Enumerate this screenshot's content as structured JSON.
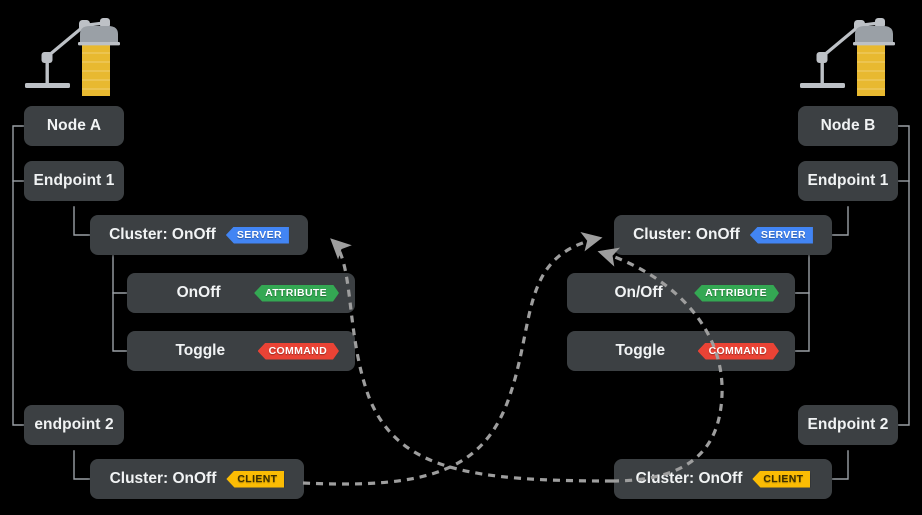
{
  "theme": {
    "background": "#000000",
    "box_fill": "#3c4043",
    "box_text": "#f1f3f4",
    "connector": "#9aa0a6",
    "arrow": "#9e9e9e",
    "badge_server": "#4285f4",
    "badge_client": "#fbbc04",
    "badge_attribute": "#34a853",
    "badge_command": "#ea4335",
    "lamp_metal": "#bdc1c6",
    "lamp_light": "#fcc934"
  },
  "left": {
    "lamp_icon": "desk-lamp-icon",
    "node": {
      "label": "Node A"
    },
    "endpoint1": {
      "label": "Endpoint 1"
    },
    "endpoint1_cluster": {
      "label": "Cluster: OnOff",
      "badge": "SERVER"
    },
    "attribute": {
      "label": "OnOff",
      "badge": "ATTRIBUTE"
    },
    "command": {
      "label": "Toggle",
      "badge": "COMMAND"
    },
    "endpoint2": {
      "label": "endpoint 2"
    },
    "endpoint2_cluster": {
      "label": "Cluster: OnOff",
      "badge": "CLIENT"
    }
  },
  "right": {
    "lamp_icon": "desk-lamp-icon",
    "node": {
      "label": "Node B"
    },
    "endpoint1": {
      "label": "Endpoint 1"
    },
    "endpoint1_cluster": {
      "label": "Cluster: OnOff",
      "badge": "SERVER"
    },
    "attribute": {
      "label": "On/Off",
      "badge": "ATTRIBUTE"
    },
    "command": {
      "label": "Toggle",
      "badge": "COMMAND"
    },
    "endpoint2": {
      "label": "Endpoint 2"
    },
    "endpoint2_cluster": {
      "label": "Cluster: OnOff",
      "badge": "CLIENT"
    }
  },
  "links": [
    {
      "name": "right-client-to-left-server",
      "from": "right.endpoint2_cluster",
      "to": "left.endpoint1_cluster",
      "style": "dashed-curve-arrow"
    },
    {
      "name": "left-client-to-right-server",
      "from": "left.endpoint2_cluster",
      "to": "right.endpoint1_cluster",
      "style": "dashed-curve-arrow"
    },
    {
      "name": "right-client-to-right-server",
      "from": "right.endpoint2_cluster",
      "to": "right.endpoint1_cluster",
      "style": "dashed-curve-arrow"
    }
  ]
}
